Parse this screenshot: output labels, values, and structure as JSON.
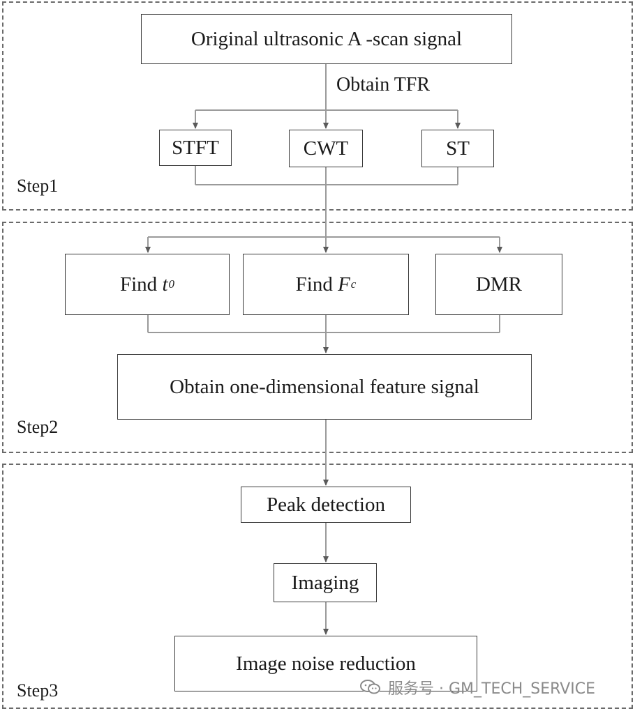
{
  "steps": [
    {
      "label": "Step1"
    },
    {
      "label": "Step2"
    },
    {
      "label": "Step3"
    }
  ],
  "nodes": {
    "original": "Original ultrasonic A -scan signal",
    "stft": "STFT",
    "cwt": "CWT",
    "st": "ST",
    "find_t0_prefix": "Find ",
    "find_t0_var": "t",
    "find_t0_sub": "0",
    "find_fc_prefix": "Find ",
    "find_fc_var": "F",
    "find_fc_sub": "c",
    "dmr": "DMR",
    "feature_signal": "Obtain one-dimensional feature signal",
    "peak_detection": "Peak detection",
    "imaging": "Imaging",
    "noise_reduction": "Image noise reduction"
  },
  "edge_labels": {
    "obtain_tfr": "Obtain TFR"
  },
  "watermark": {
    "text": "服务号 · GM_TECH_SERVICE",
    "icon": "wechat-icon"
  },
  "colors": {
    "box_border": "#3a3a3a",
    "dashed_border": "#6a6a6a",
    "wire": "#9a9a9a",
    "watermark": "#8a8a8a"
  }
}
